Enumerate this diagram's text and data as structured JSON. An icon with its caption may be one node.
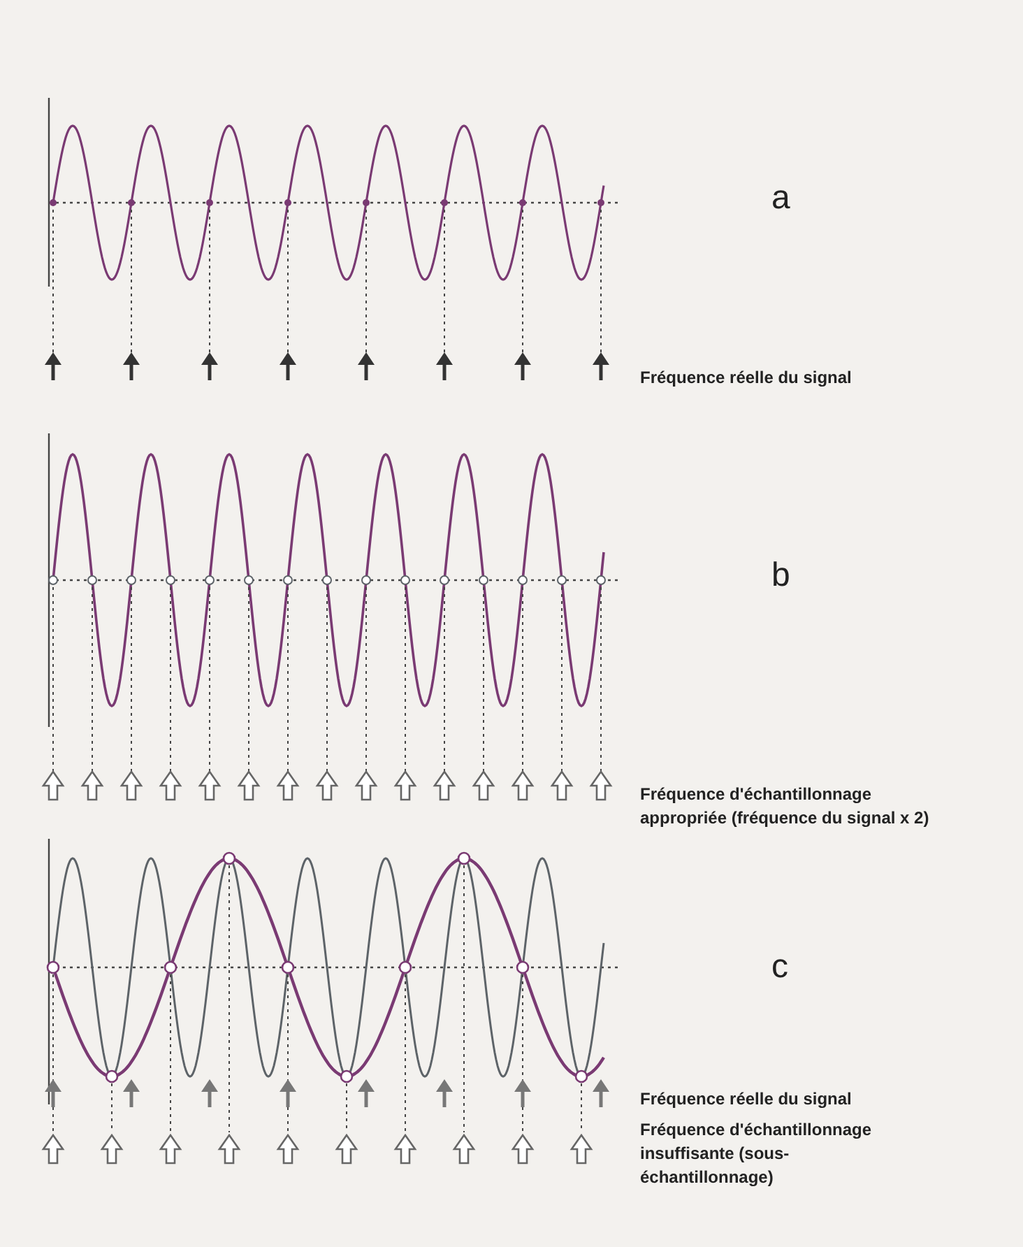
{
  "diagram": {
    "labels": [
      "a",
      "Fréquence réelle du signal",
      "b",
      "Fréquence d'échantillonnage appropriée (fréquence du signal x 2)",
      "c",
      "Fréquence réelle du signal",
      "Fréquence d'échantillonnage insuffisante (sous-échantillonnage)"
    ]
  }
}
